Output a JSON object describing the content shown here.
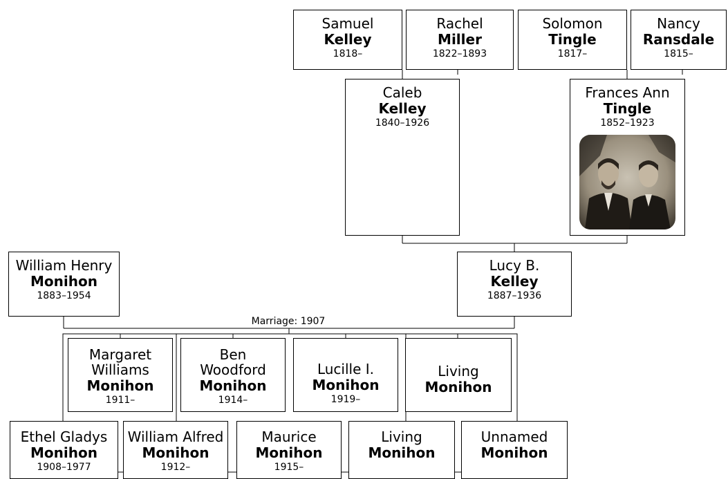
{
  "people": {
    "samuel_kelley": {
      "given": "Samuel",
      "surname": "Kelley",
      "years": "1818–"
    },
    "rachel_miller": {
      "given": "Rachel",
      "surname": "Miller",
      "years": "1822–1893"
    },
    "solomon_tingle": {
      "given": "Solomon",
      "surname": "Tingle",
      "years": "1817–"
    },
    "nancy_ransdale": {
      "given": "Nancy",
      "surname": "Ransdale",
      "years": "1815–"
    },
    "caleb_kelley": {
      "given": "Caleb",
      "surname": "Kelley",
      "years": "1840–1926"
    },
    "frances_tingle": {
      "given": "Frances Ann",
      "surname": "Tingle",
      "years": "1852–1923"
    },
    "william_monihon": {
      "given": "William Henry",
      "surname": "Monihon",
      "years": "1883–1954"
    },
    "lucy_kelley": {
      "given": "Lucy B.",
      "surname": "Kelley",
      "years": "1887–1936"
    },
    "margaret": {
      "given_lines": [
        "Margaret",
        "Williams"
      ],
      "surname": "Monihon",
      "years": "1911–"
    },
    "ben": {
      "given_lines": [
        "Ben",
        "Woodford"
      ],
      "surname": "Monihon",
      "years": "1914–"
    },
    "lucille": {
      "given": "Lucille I.",
      "surname": "Monihon",
      "years": "1919–"
    },
    "living1": {
      "given": "Living",
      "surname": "Monihon"
    },
    "ethel": {
      "given": "Ethel Gladys",
      "surname": "Monihon",
      "years": "1908–1977"
    },
    "william_alfred": {
      "given": "William Alfred",
      "surname": "Monihon",
      "years": "1912–"
    },
    "maurice": {
      "given": "Maurice",
      "surname": "Monihon",
      "years": "1915–"
    },
    "living2": {
      "given": "Living",
      "surname": "Monihon"
    },
    "unnamed": {
      "given": "Unnamed",
      "surname": "Monihon"
    }
  },
  "marriage_label": "Marriage: 1907"
}
